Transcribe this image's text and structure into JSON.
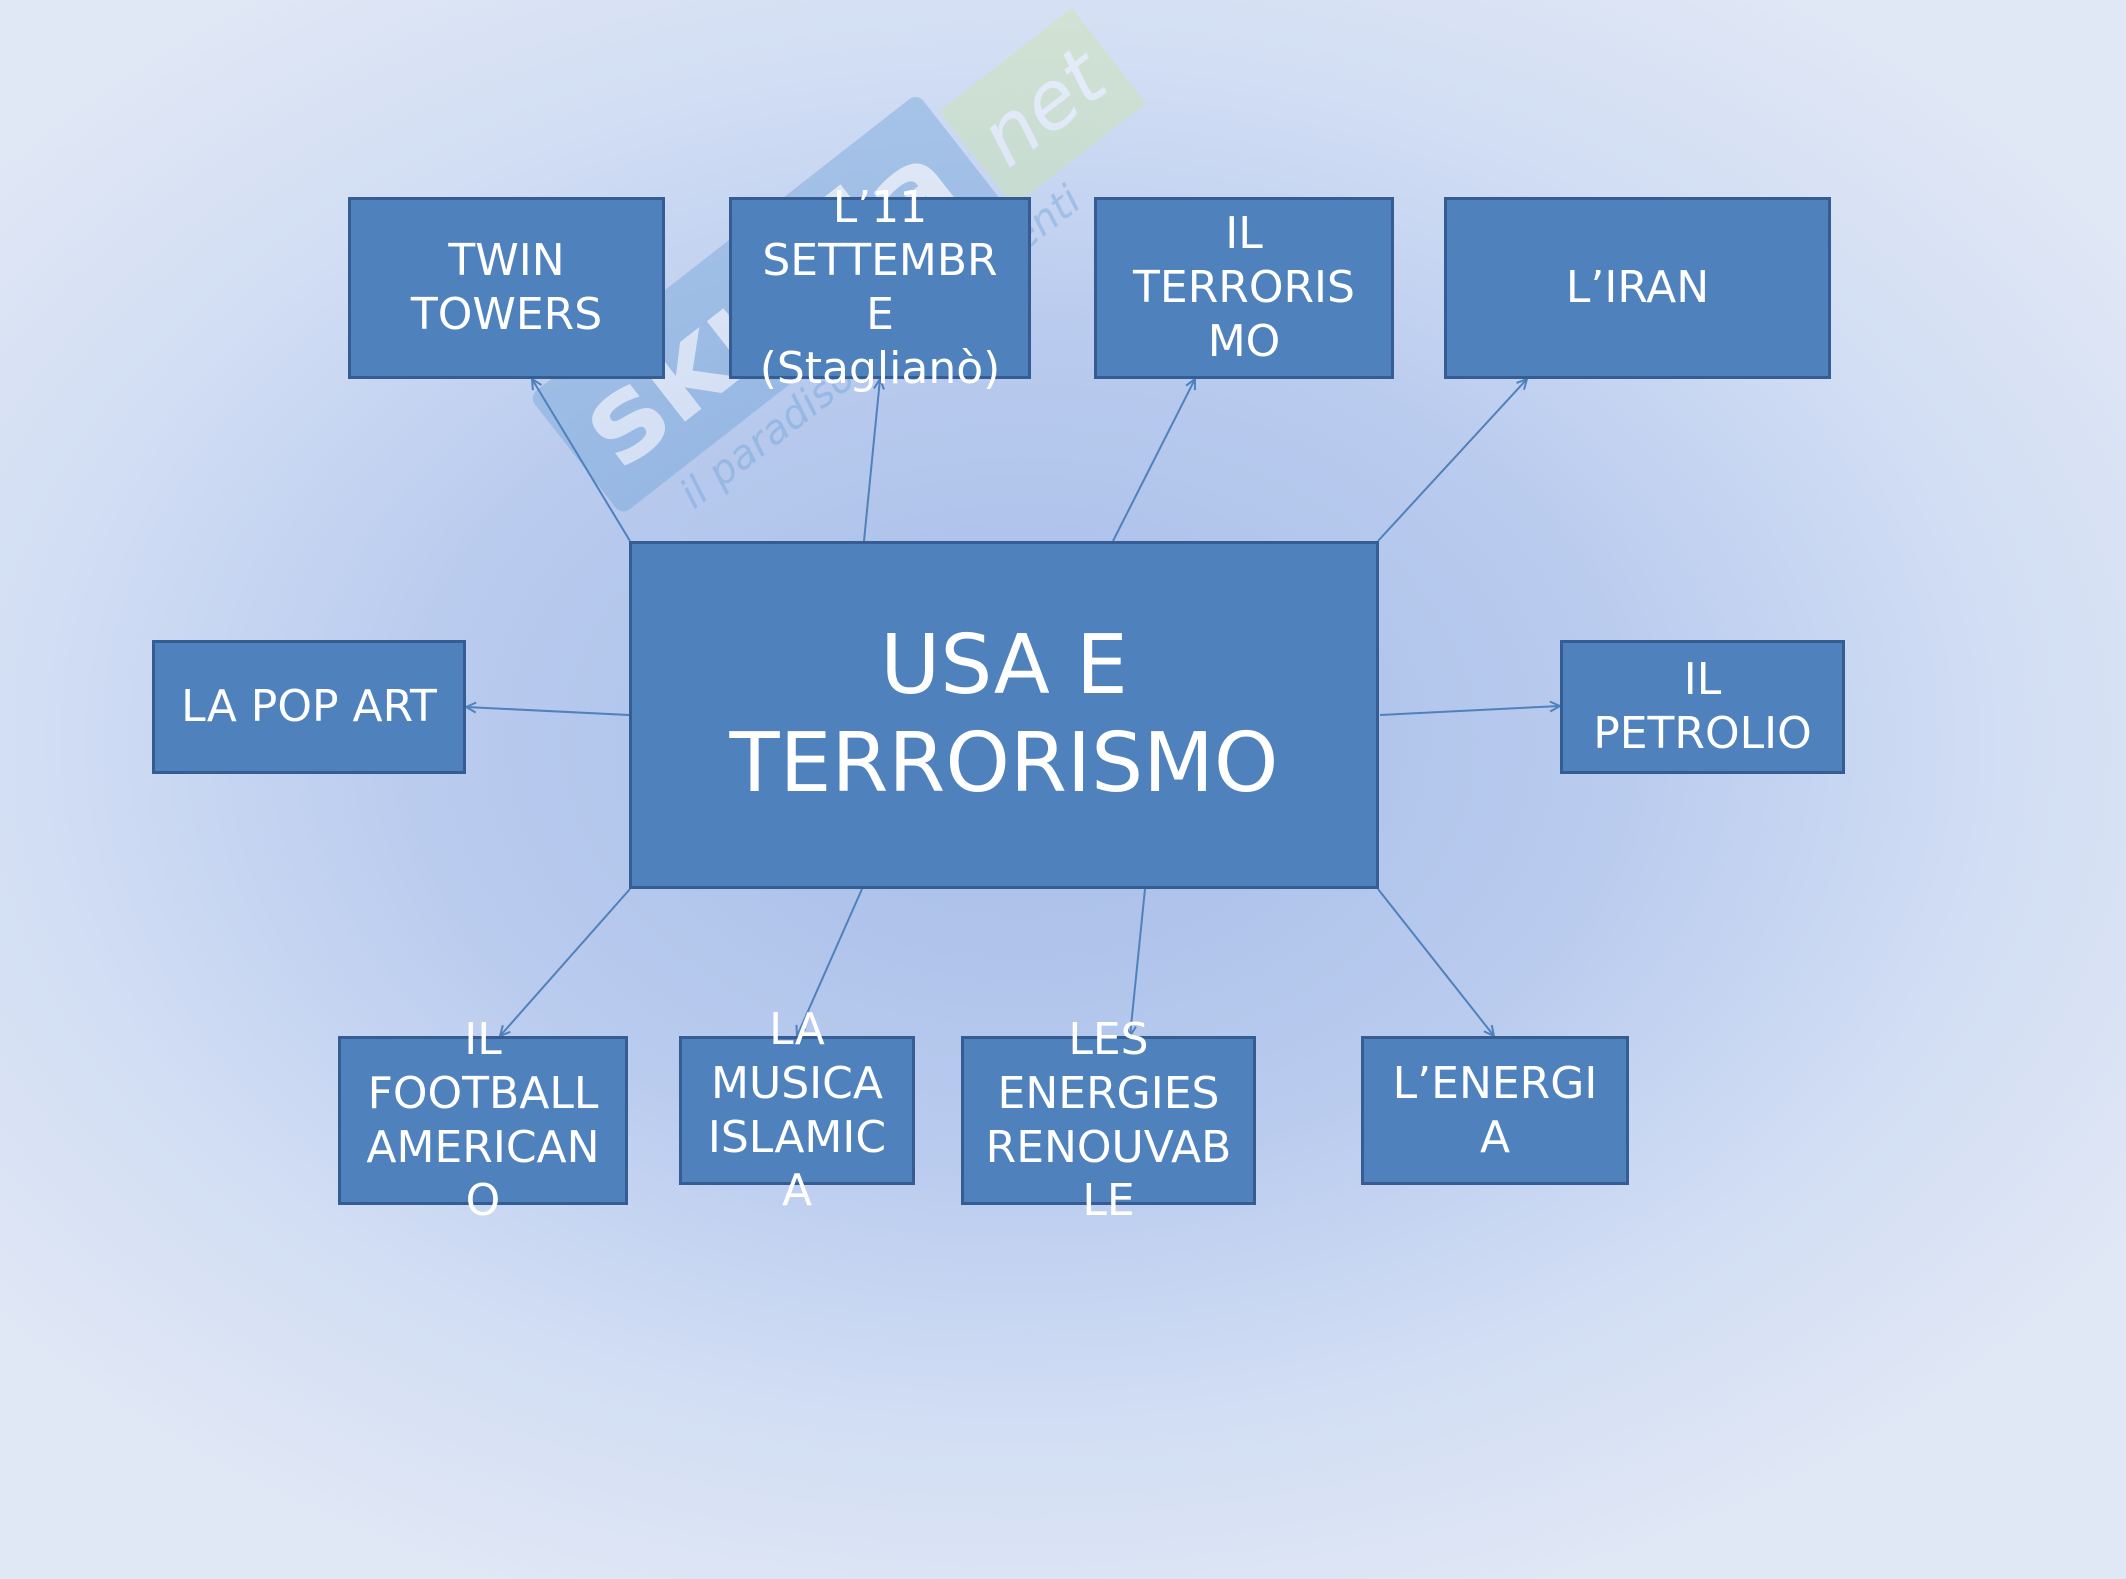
{
  "colors": {
    "node_fill": "#4f81bd",
    "node_border": "#355d93",
    "edge": "#4f81bd",
    "text": "#ffffff"
  },
  "watermark": {
    "brand": "skuola",
    "suffix": "net",
    "tagline": "il paradiso degli studenti"
  },
  "diagram": {
    "hub": {
      "label": "USA E\nTERRORISMO"
    },
    "nodes": [
      {
        "id": "twin-towers",
        "label": "TWIN\nTOWERS"
      },
      {
        "id": "11-settembre",
        "label": "L’11\nSETTEMBR\nE\n(Staglianò)"
      },
      {
        "id": "terrorismo",
        "label": "IL\nTERRORIS\nMO"
      },
      {
        "id": "iran",
        "label": "L’IRAN"
      },
      {
        "id": "pop-art",
        "label": "LA POP ART"
      },
      {
        "id": "petrolio",
        "label": "IL\nPETROLIO"
      },
      {
        "id": "football",
        "label": "IL\nFOOTBALL\nAMERICAN\nO"
      },
      {
        "id": "musica",
        "label": "LA\nMUSICA\nISLAMIC\nA"
      },
      {
        "id": "energies",
        "label": "LES\nENERGIES\nRENOUVAB\nLE"
      },
      {
        "id": "energia",
        "label": "L’ENERGI\nA"
      }
    ],
    "edges": [
      {
        "from": "hub",
        "to": "twin-towers"
      },
      {
        "from": "hub",
        "to": "11-settembre"
      },
      {
        "from": "hub",
        "to": "terrorismo"
      },
      {
        "from": "hub",
        "to": "iran"
      },
      {
        "from": "hub",
        "to": "pop-art"
      },
      {
        "from": "hub",
        "to": "petrolio"
      },
      {
        "from": "hub",
        "to": "football"
      },
      {
        "from": "hub",
        "to": "musica"
      },
      {
        "from": "hub",
        "to": "energies"
      },
      {
        "from": "hub",
        "to": "energia"
      }
    ]
  }
}
